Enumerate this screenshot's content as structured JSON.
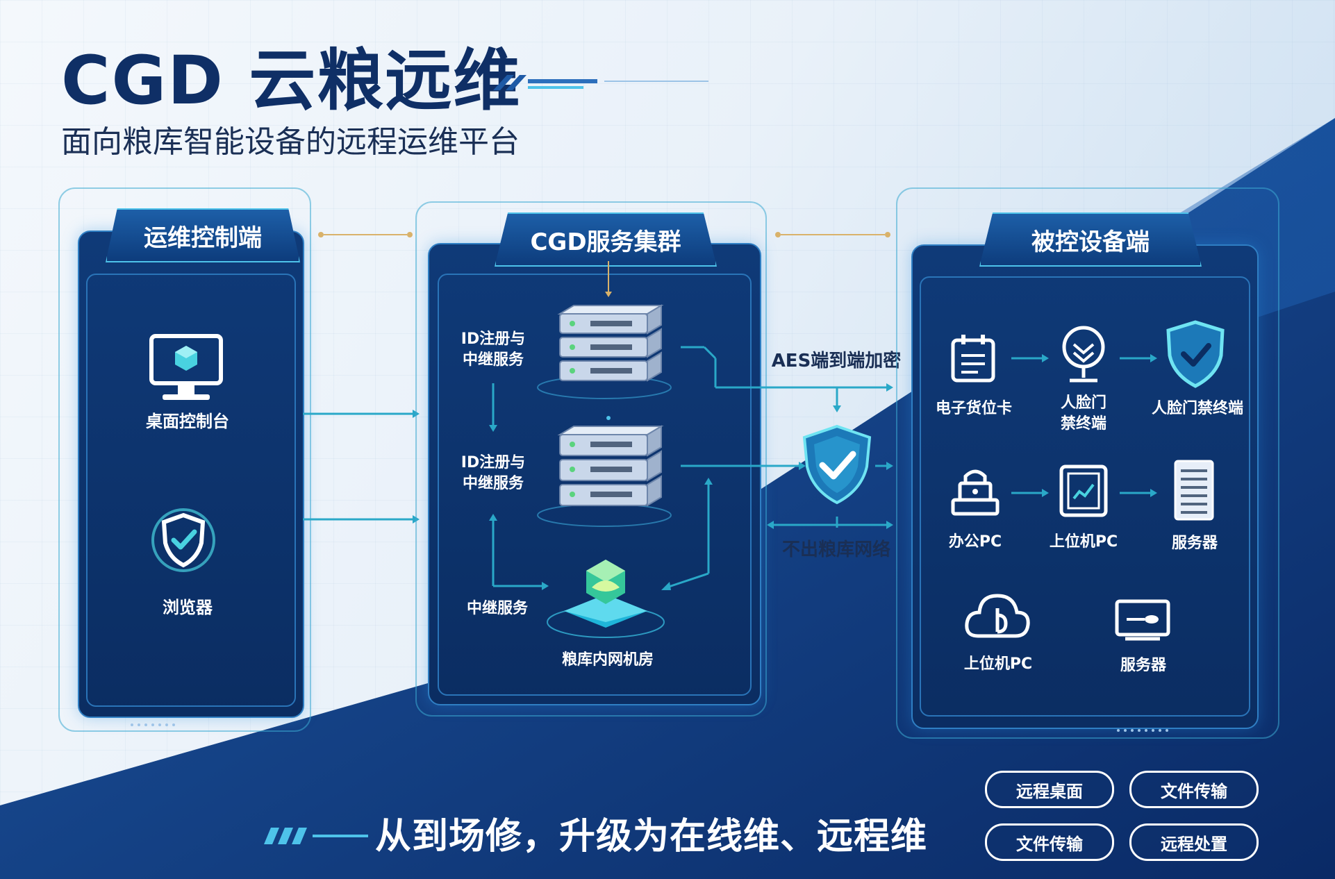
{
  "header": {
    "title": "CGD 云粮远维",
    "subtitle": "面向粮库智能设备的远程运维平台"
  },
  "left_panel": {
    "title": "运维控制端",
    "items": [
      {
        "label": "桌面控制台",
        "icon": "monitor-icon"
      },
      {
        "label": "浏览器",
        "icon": "shield-check-icon"
      }
    ]
  },
  "center_panel": {
    "title": "CGD服务集群",
    "server1_label": "ID注册与\n中继服务",
    "server2_label": "ID注册与\n中继服务",
    "relay_label": "中继服务",
    "room_label": "粮库内网机房"
  },
  "middle": {
    "encryption_label": "AES端到端加密",
    "network_label": "不出粮库网络"
  },
  "right_panel": {
    "title": "被控设备端",
    "row1": [
      {
        "label": "电子货位卡",
        "icon": "card-icon"
      },
      {
        "label": "人脸门\n禁终端",
        "icon": "face-gate-icon"
      },
      {
        "label": "人脸门禁终端",
        "icon": "shield-check-icon"
      }
    ],
    "row2": [
      {
        "label": "办公PC",
        "icon": "lock-pc-icon"
      },
      {
        "label": "上位机PC",
        "icon": "chart-screen-icon"
      },
      {
        "label": "服务器",
        "icon": "server-rack-icon"
      }
    ],
    "row3": [
      {
        "label": "上位机PC",
        "icon": "cloud-icon"
      },
      {
        "label": "服务器",
        "icon": "display-icon"
      }
    ]
  },
  "footer": {
    "slogan": "从到场修，升级为在线维、远程维",
    "pills": [
      "远程桌面",
      "文件传输",
      "文件传输",
      "远程处置"
    ]
  },
  "colors": {
    "navy": "#0f2f66",
    "panel": "#0f3a78",
    "accent": "#4ec3ea",
    "gold": "#d9b26a"
  }
}
